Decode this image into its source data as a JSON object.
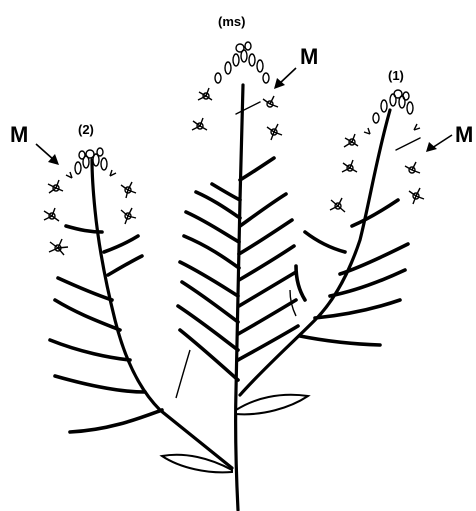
{
  "labels": {
    "main_stem": "(ms)",
    "branch_1": "(1)",
    "branch_2": "(2)",
    "meristem_top": "M",
    "meristem_right": "M",
    "meristem_left": "M"
  }
}
